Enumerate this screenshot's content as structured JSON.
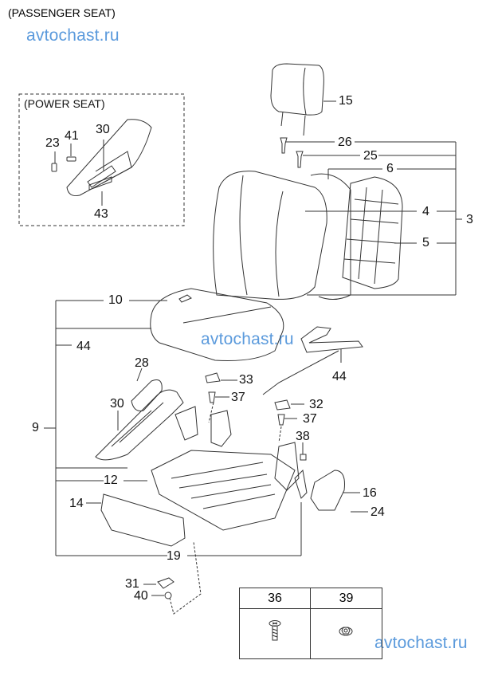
{
  "header": {
    "title": "(PASSENGER SEAT)"
  },
  "watermarks": [
    "avtochast.ru",
    "avtochast.ru",
    "avtochast.ru"
  ],
  "inset": {
    "title": "(POWER SEAT)",
    "labels": [
      "23",
      "41",
      "30",
      "43"
    ]
  },
  "callouts": {
    "headrest": "15",
    "guide_26": "26",
    "guide_25": "25",
    "back_cover": "6",
    "back_item_4": "4",
    "back_assembly": "3",
    "back_board": "5",
    "cushion": "10",
    "cushion_44_left": "44",
    "cushion_44_right": "44",
    "knob_28": "28",
    "shield_30": "30",
    "cover_33": "33",
    "bolt_37a": "37",
    "cover_32": "32",
    "bolt_37b": "37",
    "clip_38": "38",
    "assembly_9": "9",
    "frame_12": "12",
    "trim_14": "14",
    "cover_16": "16",
    "screw_24": "24",
    "track_19": "19",
    "cover_31": "31",
    "nut_40": "40"
  },
  "legend": {
    "columns": [
      {
        "part": "36",
        "icon": "screw-icon"
      },
      {
        "part": "39",
        "icon": "flange-nut-icon"
      }
    ]
  }
}
